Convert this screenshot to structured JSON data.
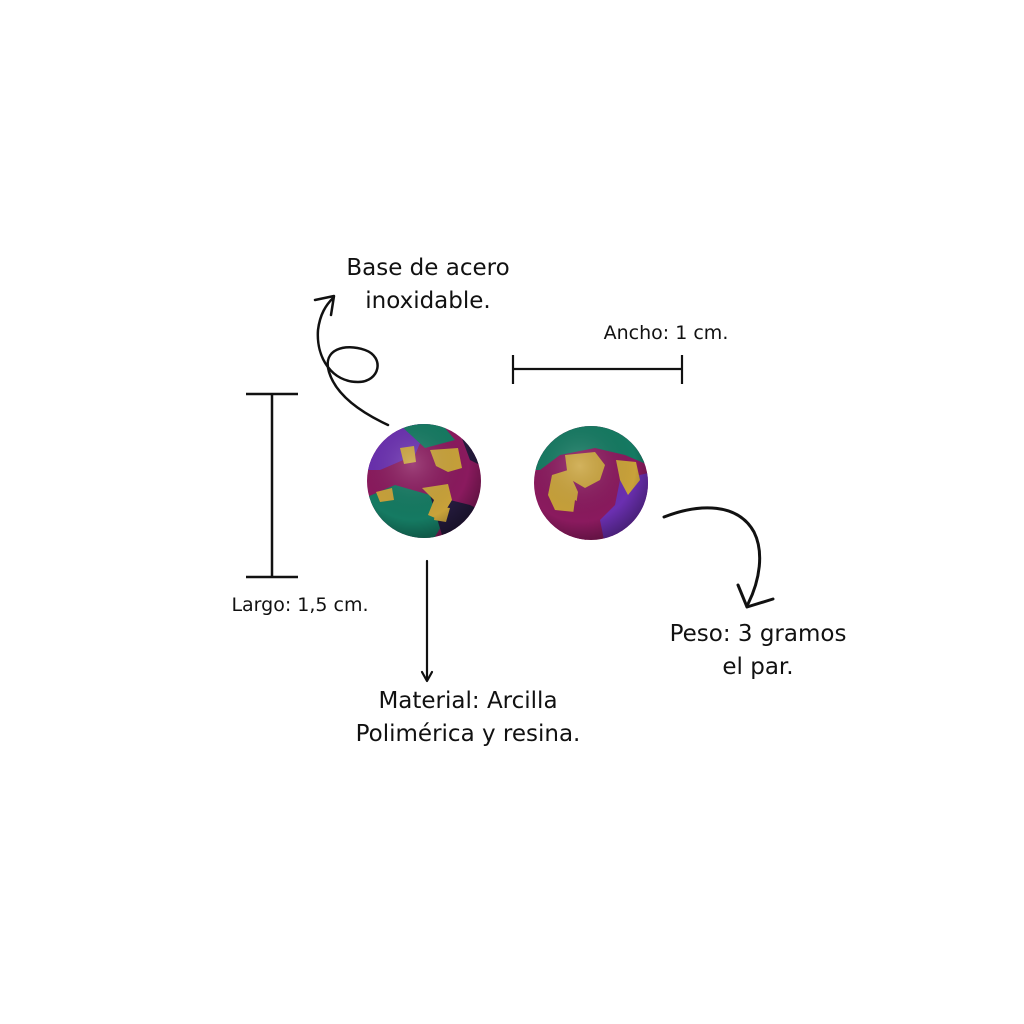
{
  "labels": {
    "base": {
      "line1": "Base de acero",
      "line2": "inoxidable."
    },
    "width": "Ancho: 1 cm.",
    "length": "Largo: 1,5 cm.",
    "material": {
      "line1": "Material: Arcilla",
      "line2": "Polimérica y resina."
    },
    "weight": {
      "line1": "Peso: 3 gramos",
      "line2": "el par."
    }
  },
  "colors": {
    "ink": "#111111",
    "purple": "#6a2fb0",
    "magenta": "#8a1a5e",
    "teal": "#157a62",
    "gold": "#c9a23a",
    "dark": "#241a3c"
  },
  "icons": [
    "curly-arrow-icon",
    "down-arrow-icon",
    "curved-arrow-icon",
    "dimension-bar-icon"
  ]
}
